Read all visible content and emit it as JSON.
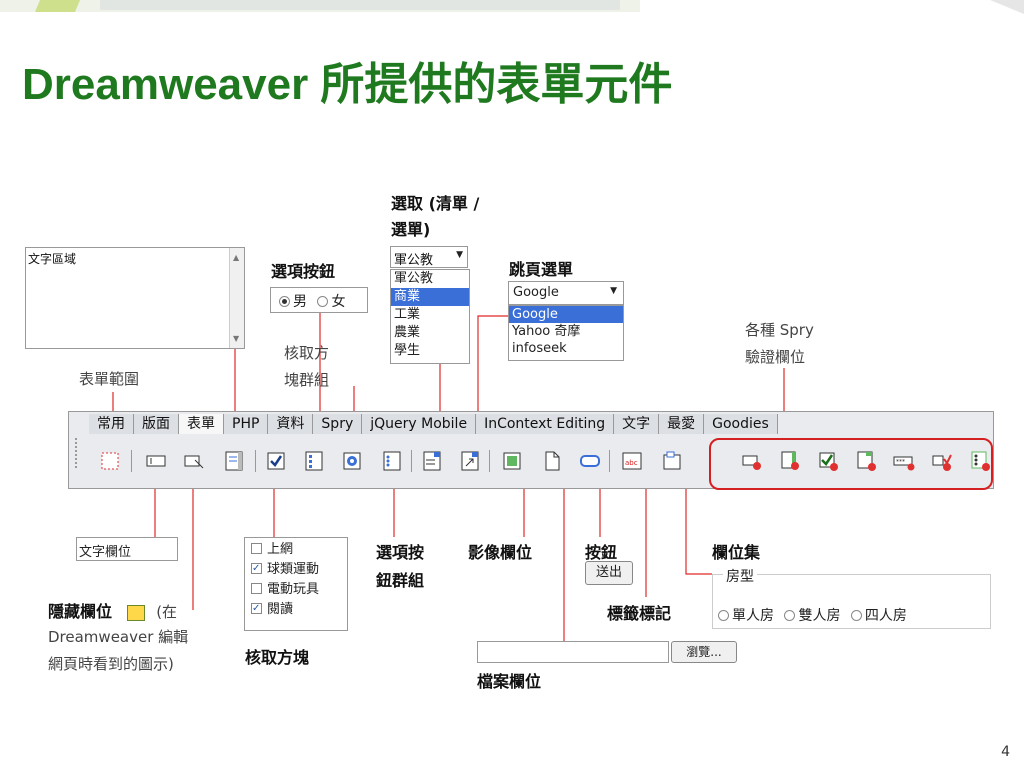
{
  "title": "Dreamweaver 所提供的表單元件",
  "page_number": "4",
  "labels": {
    "select_line1": "選取 (清單 /",
    "select_line2": "選單)",
    "radio_button": "選項按鈕",
    "jump_menu": "跳頁選單",
    "spry_line1": "各種 Spry",
    "spry_line2": "驗證欄位",
    "checkbox_group_line1": "核取方",
    "checkbox_group_line2": "塊群組",
    "form_area": "表單範圍",
    "text_field": "文字欄位",
    "hidden_field": "隱藏欄位",
    "hidden_note_1": "(在",
    "hidden_note_2": "Dreamweaver 編輯",
    "hidden_note_3": "網頁時看到的圖示)",
    "checkbox": "核取方塊",
    "radio_group_line1": "選項按",
    "radio_group_line2": "鈕群組",
    "image_field": "影像欄位",
    "button": "按鈕",
    "label_tag": "標籤標記",
    "fieldset": "欄位集",
    "file_field": "檔案欄位"
  },
  "textarea": {
    "value": "文字區域"
  },
  "radio_demo": {
    "option1": "男",
    "option2": "女"
  },
  "select_demo": {
    "selected": "軍公教",
    "options": [
      "軍公教",
      "商業",
      "工業",
      "農業",
      "學生"
    ]
  },
  "jump_demo": {
    "selected": "Google",
    "options": [
      "Google",
      "Yahoo 奇摩",
      "infoseek"
    ]
  },
  "toolbar": {
    "tabs": [
      "常用",
      "版面",
      "表單",
      "PHP",
      "資料",
      "Spry",
      "jQuery Mobile",
      "InContext Editing",
      "文字",
      "最愛",
      "Goodies"
    ]
  },
  "checkbox_demo": {
    "items": [
      {
        "label": "上網",
        "checked": false
      },
      {
        "label": "球類運動",
        "checked": true
      },
      {
        "label": "電動玩具",
        "checked": false
      },
      {
        "label": "閱讀",
        "checked": true
      }
    ]
  },
  "submit_demo": {
    "label": "送出"
  },
  "fieldset_demo": {
    "legend": "房型",
    "options": [
      "單人房",
      "雙人房",
      "四人房"
    ]
  },
  "file_demo": {
    "browse_label": "瀏覽..."
  },
  "colors": {
    "title": "#1f7a1f",
    "accent_red": "#d42020",
    "select_highlight": "#3a6fd8"
  }
}
